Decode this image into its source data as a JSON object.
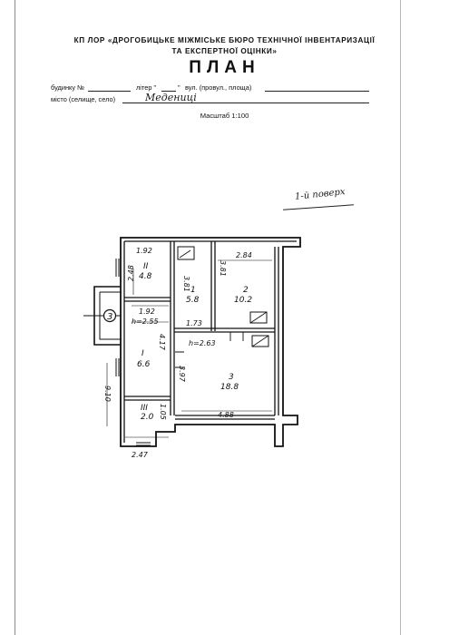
{
  "header": {
    "org_line1": "КП ЛОР «ДРОГОБИЦЬКЕ МІЖМІСЬКЕ БЮРО ТЕХНІЧНОЇ ІНВЕНТАРИЗАЦІЇ",
    "org_line2": "ТА ЕКСПЕРТНОЇ ОЦІНКИ»",
    "title": "ПЛАН"
  },
  "address": {
    "building_label": "будинку №",
    "letter_label": "літер \"",
    "letter_quote_close": "\"",
    "street_label": "вул. (провул., площа)",
    "city_label": "місто (селище, село)",
    "city_value": "Медениці"
  },
  "scale": "Масштаб 1:100",
  "floor_note": "1-й поверх",
  "plan": {
    "rooms": [
      {
        "id": "1",
        "area": "5.8"
      },
      {
        "id": "2",
        "area": "10.2"
      },
      {
        "id": "3",
        "area": "18.8"
      },
      {
        "id": "I",
        "area": "6.6"
      },
      {
        "id": "II",
        "area": "4.8"
      },
      {
        "id": "III",
        "area": "2.0"
      }
    ],
    "dimensions": [
      "1.92",
      "2.84",
      "2.48",
      "3.81",
      "3.81",
      "1.92",
      "1.73",
      "4.17",
      "3.97",
      "4.88",
      "9.10",
      "2.47",
      "1.05"
    ],
    "heights": [
      "h=2.55",
      "h=2.63"
    ],
    "marker": "3"
  }
}
